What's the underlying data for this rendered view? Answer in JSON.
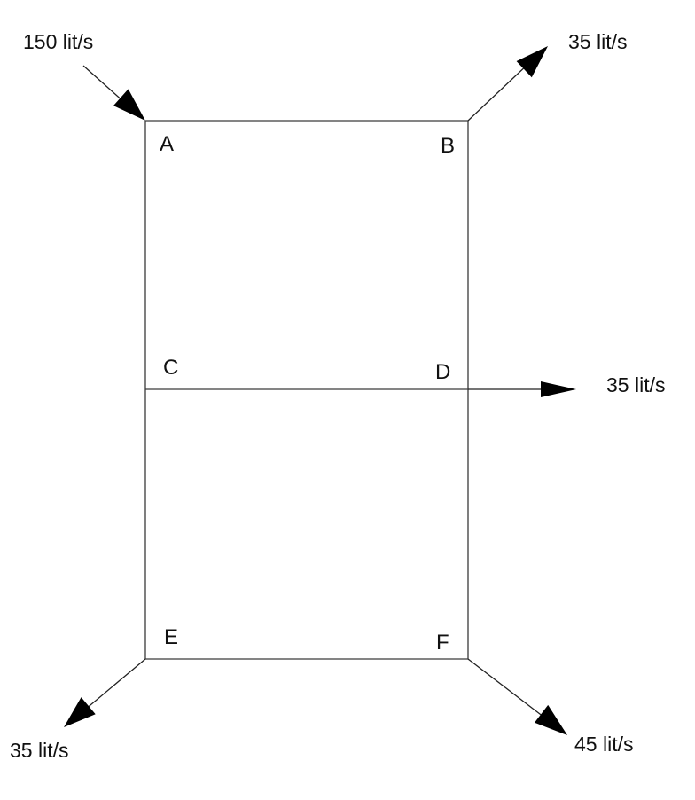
{
  "nodes": {
    "A": "A",
    "B": "B",
    "C": "C",
    "D": "D",
    "E": "E",
    "F": "F"
  },
  "flows": {
    "inflow_a": "150 lit/s",
    "outflow_b": "35 lit/s",
    "outflow_d": "35 lit/s",
    "outflow_e": "35 lit/s",
    "outflow_f": "45 lit/s"
  },
  "colors": {
    "pipe": "#3a3a3a",
    "arrowhead": "#000000",
    "text": "#111111"
  }
}
